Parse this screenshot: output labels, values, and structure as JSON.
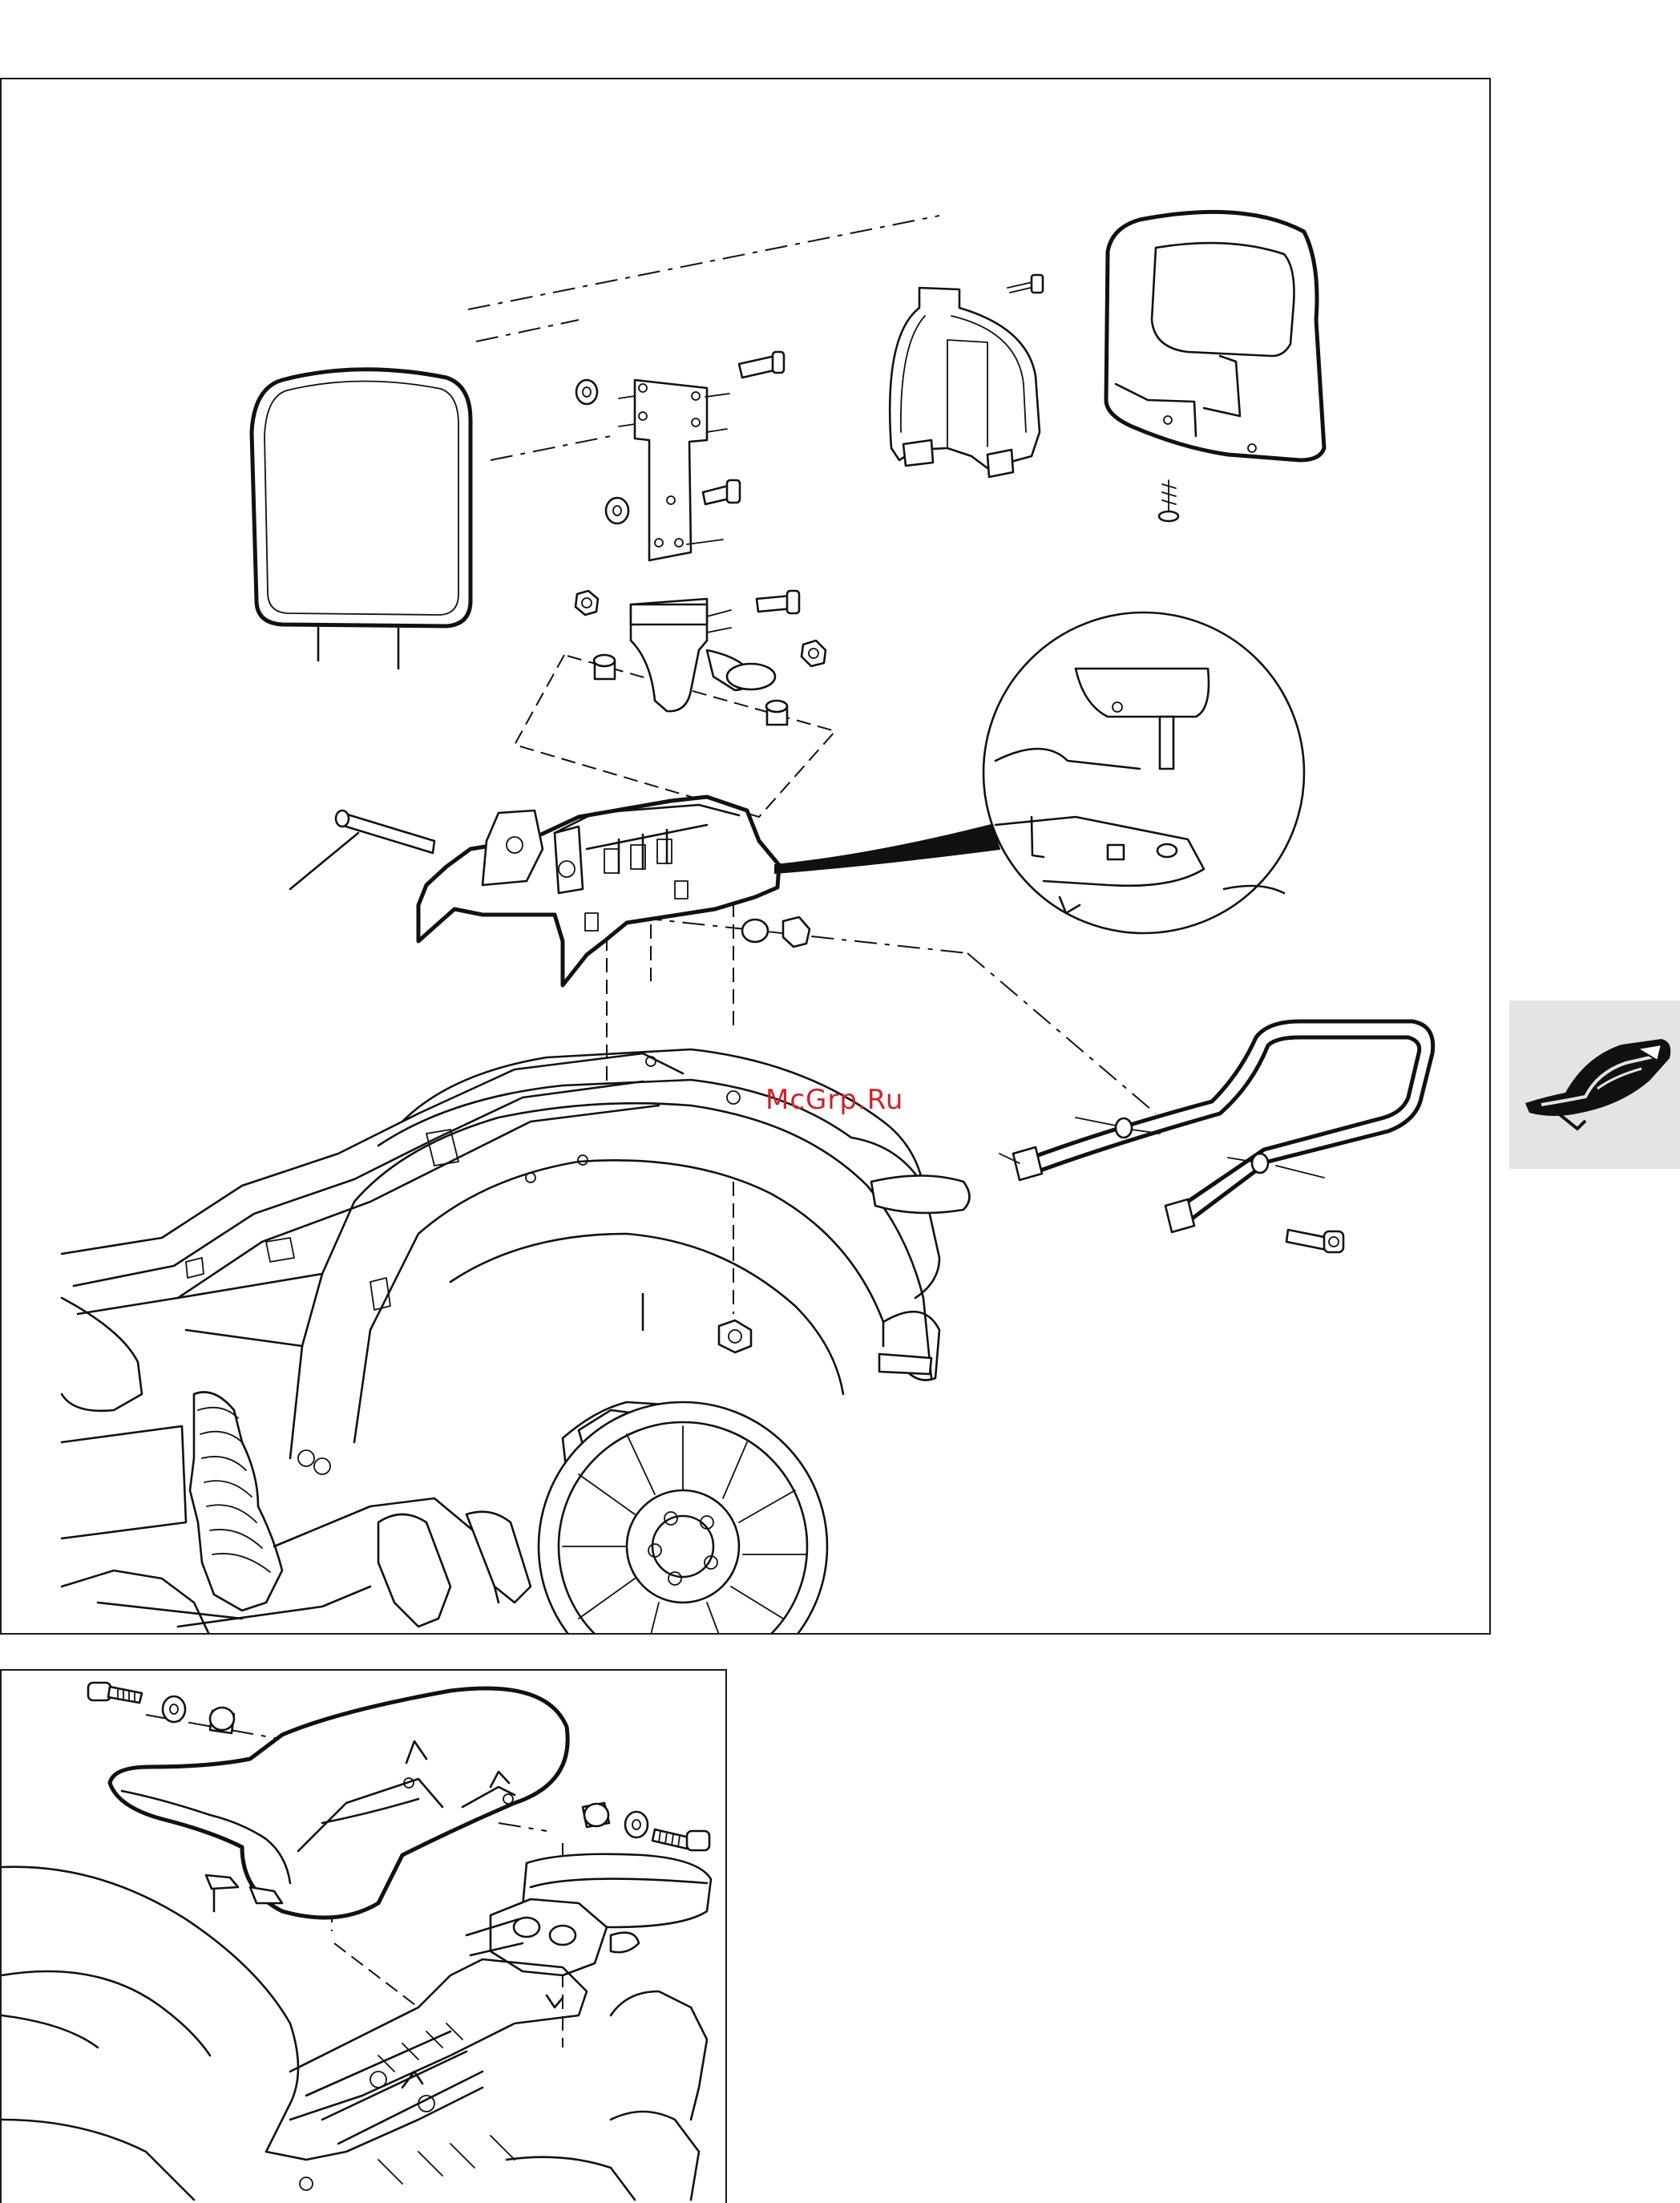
{
  "watermark": {
    "text": "McGrp.Ru",
    "color": "#d0222b"
  },
  "side_tab": {
    "icon": "seat-icon",
    "background": "#e4e4e4"
  },
  "figures": [
    {
      "id": "backrest-exploded-view"
    },
    {
      "id": "seat-exploded-view"
    }
  ]
}
